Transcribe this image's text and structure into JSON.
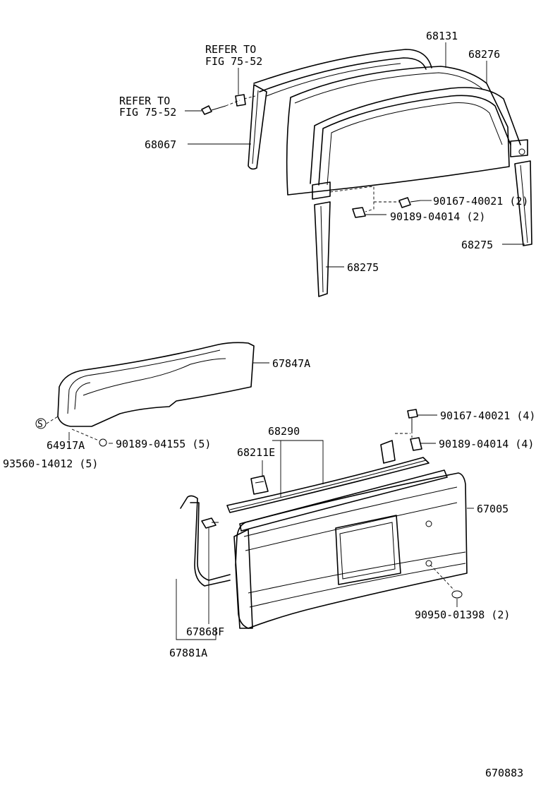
{
  "labels": {
    "refer_top_1": "REFER TO",
    "refer_top_2": "FIG 75-52",
    "refer_left_1": "REFER TO",
    "refer_left_2": "FIG 75-52",
    "p68131": "68131",
    "p68276": "68276",
    "p68067": "68067",
    "p90167_a": "90167-40021 (2)",
    "p90189_a": "90189-04014 (2)",
    "p68275_r": "68275",
    "p68275_l": "68275",
    "p67847A": "67847A",
    "p90167_b": "90167-40021 (4)",
    "p68290": "68290",
    "p90189_b": "90189-04014 (4)",
    "p68211E": "68211E",
    "p64917A": "64917A",
    "p90189_c": "90189-04155 (5)",
    "p93560": "93560-14012 (5)",
    "p67005": "67005",
    "p90950": "90950-01398 (2)",
    "p67868F": "67868F",
    "p67881A": "67881A",
    "fig_no": "670883"
  },
  "icons": {
    "s_mark": "S"
  }
}
